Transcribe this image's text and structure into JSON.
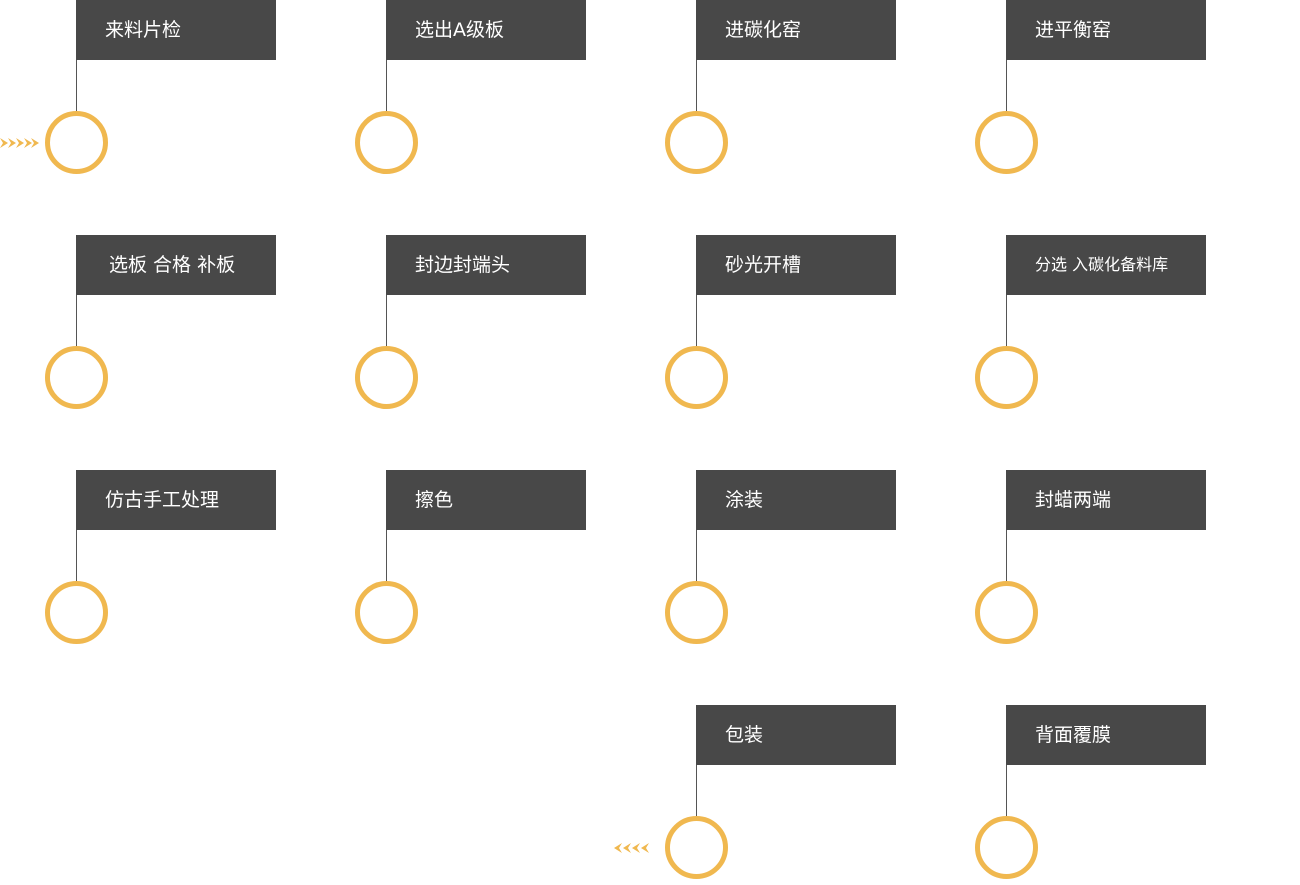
{
  "colors": {
    "label_background": "#484848",
    "label_text": "#ffffff",
    "connector": "#555555",
    "node_ring": "#f0b84f",
    "arrow": "#f0b84f"
  },
  "steps": [
    {
      "label": "来料片检"
    },
    {
      "label": "选出A级板"
    },
    {
      "label": "进碳化窑"
    },
    {
      "label": "进平衡窑"
    },
    {
      "label": "选板 合格 补板"
    },
    {
      "label": "封边封端头"
    },
    {
      "label": "砂光开槽"
    },
    {
      "label": "分选 入碳化备料库"
    },
    {
      "label": "仿古手工处理"
    },
    {
      "label": "擦色"
    },
    {
      "label": "涂装"
    },
    {
      "label": "封蜡两端"
    },
    {
      "label": "包装"
    },
    {
      "label": "背面覆膜"
    }
  ],
  "arrows": [
    {
      "icon": "chevron-right-arrows-icon",
      "direction": "right"
    },
    {
      "icon": "chevron-left-arrows-icon",
      "direction": "left"
    }
  ]
}
